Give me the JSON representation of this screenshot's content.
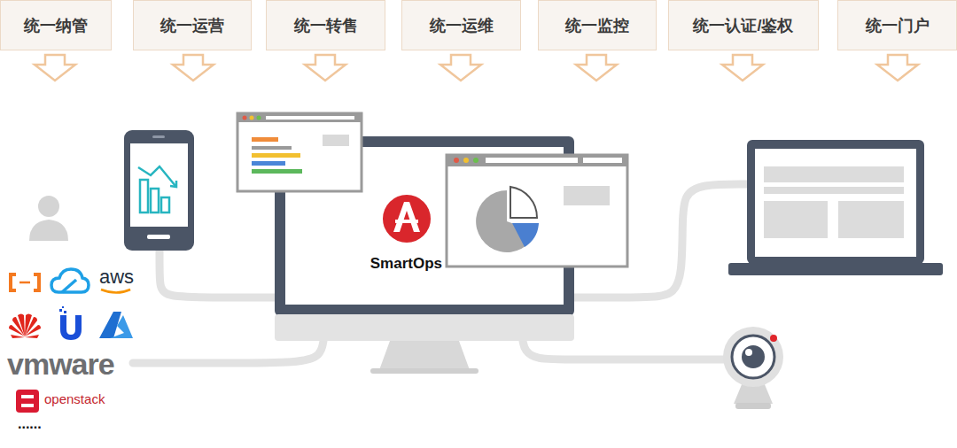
{
  "diagram": {
    "nodes": [
      {
        "text": [
          "统一纳管"
        ]
      },
      {
        "text": [
          "统一运营"
        ]
      },
      {
        "text": [
          "统一转售"
        ]
      },
      {
        "text": [
          "统一运维"
        ]
      },
      {
        "text": [
          "统一监控"
        ]
      },
      {
        "text": [
          "统一认证/鉴权"
        ]
      },
      {
        "text": [
          "统一门户"
        ]
      },
      {
        "text": [
          "SmartOps"
        ]
      }
    ],
    "labels": [
      "aws",
      "vmware",
      "openstack",
      "......"
    ]
  }
}
